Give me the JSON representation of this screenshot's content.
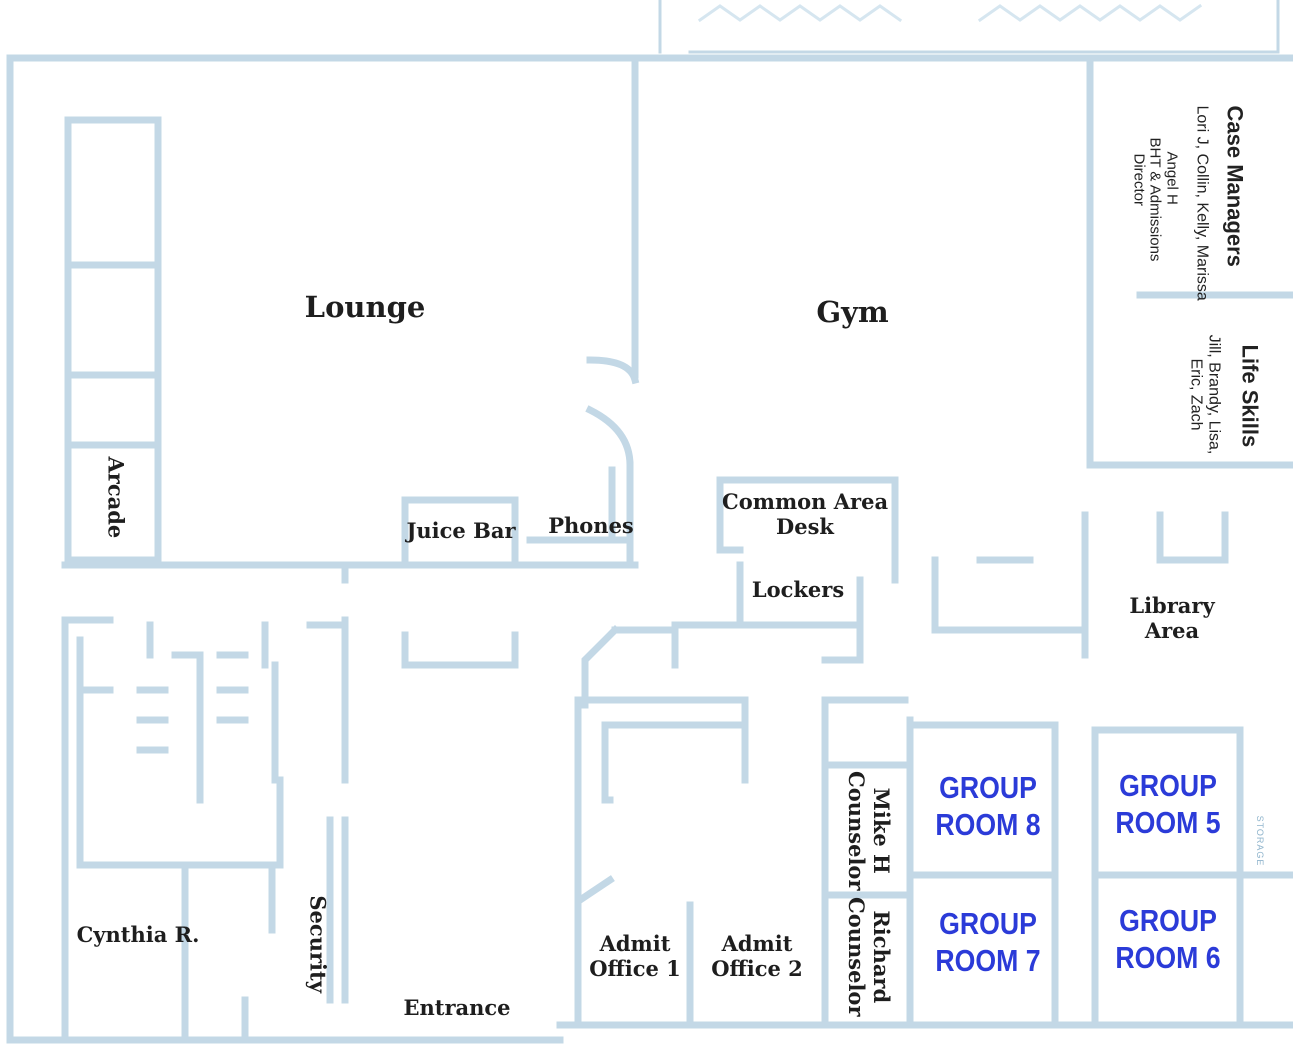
{
  "rooms": {
    "lounge": "Lounge",
    "gym": "Gym",
    "arcade": "Arcade",
    "juice_bar": "Juice Bar",
    "phones": "Phones",
    "common_area_desk_line1": "Common Area",
    "common_area_desk_line2": "Desk",
    "lockers": "Lockers",
    "library_line1": "Library",
    "library_line2": "Area",
    "cynthia": "Cynthia R.",
    "security": "Security",
    "entrance": "Entrance",
    "admit_office_1_line1": "Admit",
    "admit_office_1_line2": "Office 1",
    "admit_office_2_line1": "Admit",
    "admit_office_2_line2": "Office 2",
    "mike_line1": "Mike H",
    "mike_line2": "Counselor",
    "richard_line1": "Richard",
    "richard_line2": "Counselor",
    "storage": "STORAGE"
  },
  "group_rooms": {
    "room8": {
      "line1": "GROUP",
      "line2": "ROOM 8"
    },
    "room5": {
      "line1": "GROUP",
      "line2": "ROOM 5"
    },
    "room7": {
      "line1": "GROUP",
      "line2": "ROOM 7"
    },
    "room6": {
      "line1": "GROUP",
      "line2": "ROOM 6"
    }
  },
  "case_managers": {
    "title": "Case Managers",
    "names": "Lori J, Collin, Kelly, Marissa",
    "angel_line1": "Angel H",
    "angel_line2": "BHT & Admissions",
    "angel_line3": "Director"
  },
  "life_skills": {
    "title": "Life Skills",
    "names_line1": "Jill, Brandy, Lisa,",
    "names_line2": "Eric, Zach"
  },
  "colors": {
    "wall": "#c3d8e6",
    "label": "#1e1e1e",
    "group_room_text": "#2b3bd8"
  }
}
